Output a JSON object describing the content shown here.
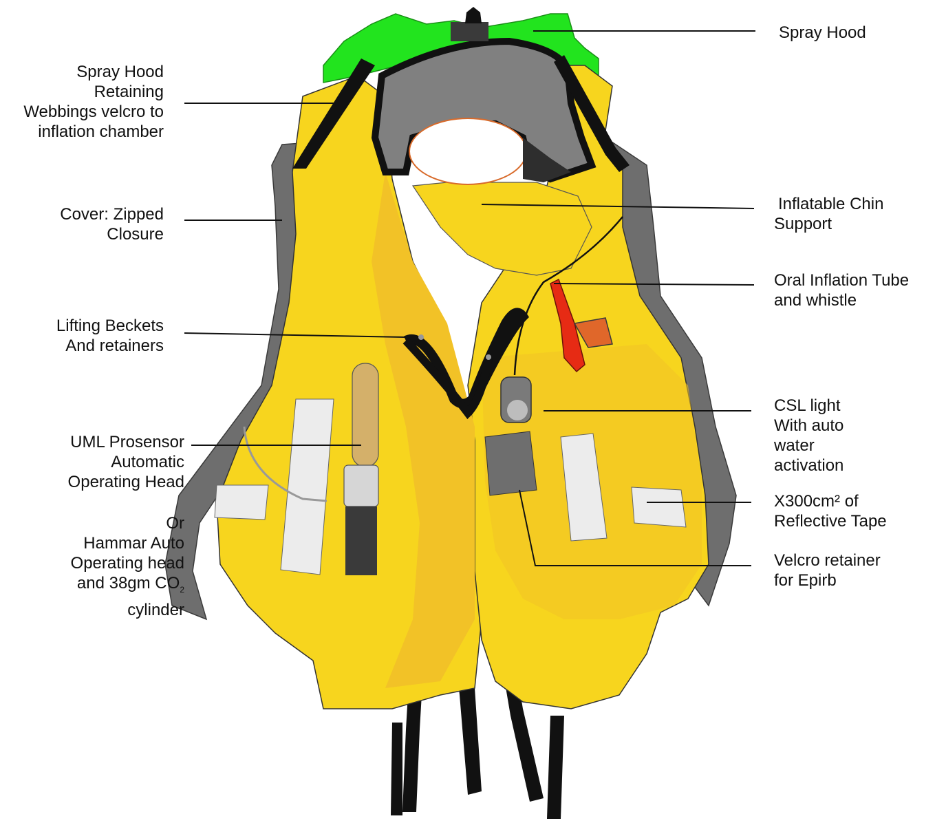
{
  "colors": {
    "yellow": "#f7d51e",
    "yellow_shade": "#f2c227",
    "grey_cover": "#6e6e6e",
    "green_hood": "#22e41e",
    "black_strap": "#111111",
    "reflective": "#ececec",
    "red_tube": "#e62b14",
    "tan_cylinder": "#d4b06a",
    "line": "#111111"
  },
  "labels": {
    "spray_hood": [
      "Spray Hood"
    ],
    "retaining_webbing": [
      "Spray Hood",
      "Retaining",
      "Webbings velcro to",
      "inflation chamber"
    ],
    "cover": [
      "Cover: Zipped",
      "Closure"
    ],
    "lifting_beckets": [
      "Lifting Beckets",
      "And retainers"
    ],
    "uml_head": [
      "UML Prosensor",
      "Automatic",
      "Operating Head"
    ],
    "hammar": {
      "line1": "Or",
      "line2": "Hammar Auto",
      "line3": "Operating head",
      "line4_prefix": "and 38gm CO",
      "line4_sub": "2",
      "line5": "cylinder"
    },
    "chin_support": [
      "Inflatable Chin",
      "Support"
    ],
    "oral_tube": [
      "Oral Inflation Tube",
      "and whistle"
    ],
    "csl_light": [
      "CSL light",
      "With auto",
      "water",
      "activation"
    ],
    "reflective_tape": [
      "X300cm²  of",
      "Reflective Tape"
    ],
    "velcro_epirb": [
      "Velcro retainer",
      "for Epirb"
    ]
  }
}
